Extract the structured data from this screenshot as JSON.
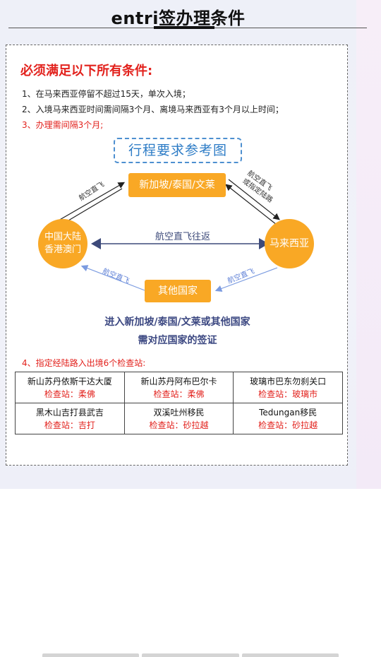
{
  "page": {
    "title": "entri签办理条件"
  },
  "conditions": {
    "heading": "必须满足以下所有条件:",
    "items": [
      "1、在马来西亚停留不超过15天，单次入境；",
      "2、入境马来西亚时间需间隔3个月、离境马来西亚有3个月以上时间；",
      "3、办理需间隔3个月;"
    ]
  },
  "diagram": {
    "title": "行程要求参考图",
    "nodes": {
      "top": "新加坡/泰国/文莱",
      "left_line1": "中国大陆",
      "left_line2": "香港澳门",
      "right": "马来西亚",
      "bottom": "其他国家"
    },
    "labels": {
      "top_left": "航空直飞",
      "top_right_line1": "航空直飞",
      "top_right_line2": "或指定陆路",
      "center": "航空直飞往返",
      "bottom_left": "航空直飞",
      "bottom_right": "航空直飞"
    },
    "note_line1": "进入新加坡/泰国/文莱或其他国家",
    "note_line2": "需对应国家的签证"
  },
  "checkpoints": {
    "heading": "4、指定经陆路入出境6个检查站:",
    "rows": [
      [
        {
          "name": "新山苏丹依斯干达大厦",
          "station": "检查站：柔佛"
        },
        {
          "name": "新山苏丹阿布巴尔卡",
          "station": "检查站：柔佛"
        },
        {
          "name": "玻璃市巴东勿刹关口",
          "station": "检查站：玻璃市"
        }
      ],
      [
        {
          "name": "黑木山吉打县武吉",
          "station": "检查站：吉打"
        },
        {
          "name": "双溪吐州移民",
          "station": "检查站：砂拉越"
        },
        {
          "name": "Tedungan移民",
          "station": "检查站：砂拉越"
        }
      ]
    ]
  },
  "colors": {
    "accent_red": "#e2211c",
    "node_orange": "#f9a825",
    "title_blue": "#2d7cc6",
    "arrow_blue": "#5d7fd6",
    "note_navy": "#3b4781"
  }
}
